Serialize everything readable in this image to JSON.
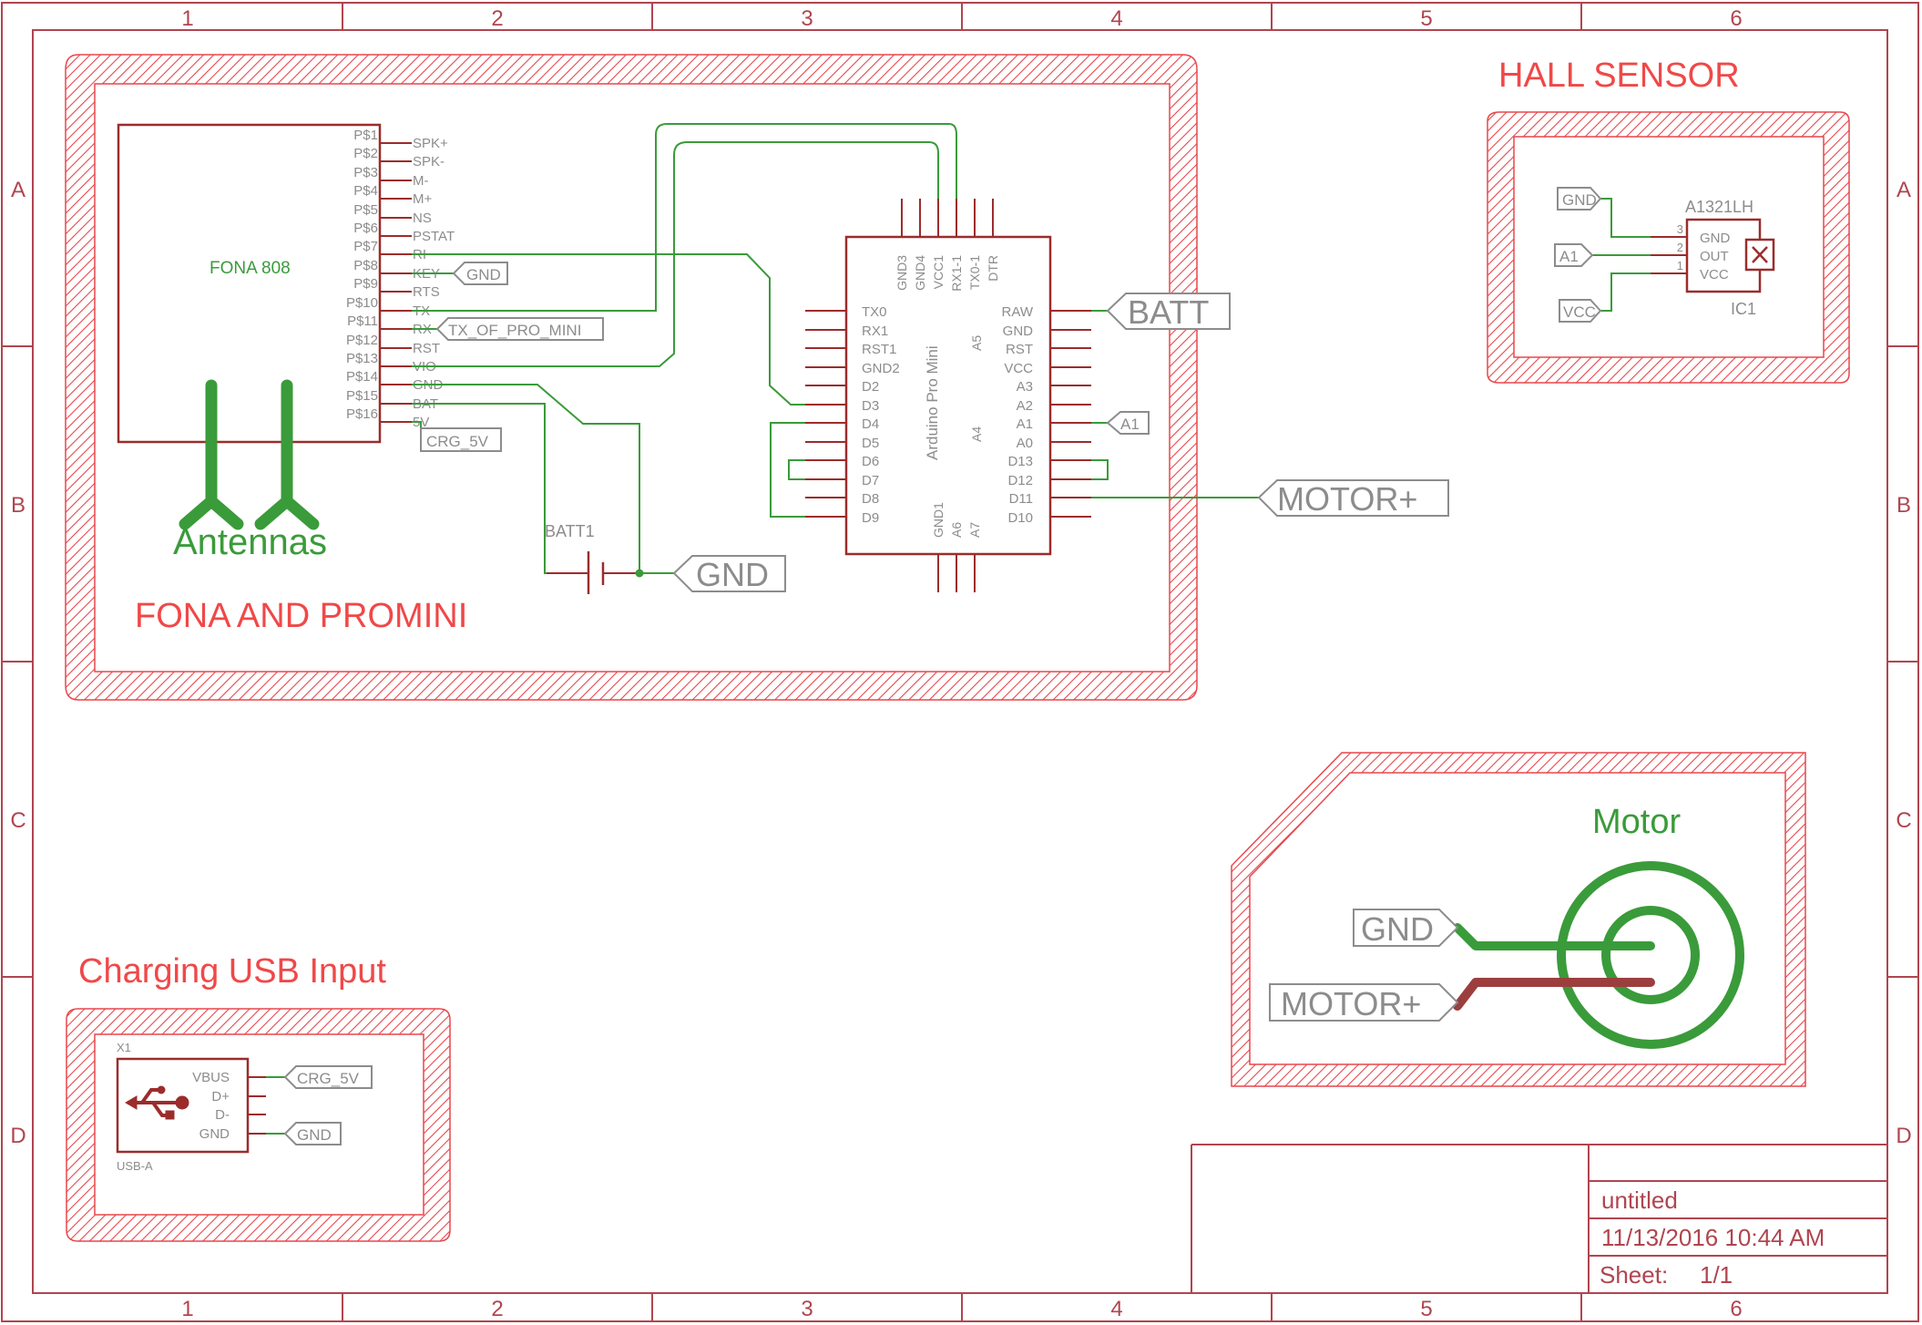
{
  "frame": {
    "columns": [
      "1",
      "2",
      "3",
      "4",
      "5",
      "6"
    ],
    "rows": [
      "A",
      "B",
      "C",
      "D"
    ]
  },
  "colors": {
    "frame": "#b0454f",
    "hatch": "#e8474c",
    "net": "#3a9b3a",
    "label": "#8c8c8c",
    "title": "#f04848",
    "part": "#9c2c2c"
  },
  "sections": {
    "fona": "FONA AND PROMINI",
    "hall": "HALL SENSOR",
    "usb": "Charging USB Input",
    "motor": "Motor"
  },
  "fona": {
    "name": "FONA 808",
    "pins": [
      "P$1",
      "P$2",
      "P$3",
      "P$4",
      "P$5",
      "P$6",
      "P$7",
      "P$8",
      "P$9",
      "P$10",
      "P$11",
      "P$12",
      "P$13",
      "P$14",
      "P$15",
      "P$16"
    ],
    "signals": [
      "SPK+",
      "SPK-",
      "M-",
      "M+",
      "NS",
      "PSTAT",
      "RI",
      "KEY",
      "RTS",
      "TX",
      "RX",
      "RST",
      "VIO",
      "GND",
      "BAT",
      "5V"
    ],
    "antennas": "Antennas"
  },
  "promini": {
    "name": "Arduino Pro Mini",
    "left": [
      "TX0",
      "RX1",
      "RST1",
      "GND2",
      "D2",
      "D3",
      "D4",
      "D5",
      "D6",
      "D7",
      "D8",
      "D9"
    ],
    "right": [
      "RAW",
      "GND",
      "RST",
      "VCC",
      "A3",
      "A2",
      "A1",
      "A0",
      "D13",
      "D12",
      "D11",
      "D10"
    ],
    "top": [
      "GND3",
      "GND4",
      "VCC1",
      "RX1-1",
      "TX0-1",
      "DTR"
    ],
    "bottom": [
      "GND1",
      "A6",
      "A7"
    ],
    "inner": [
      "A5",
      "A4"
    ]
  },
  "batt": "BATT1",
  "netlabels": {
    "key_gnd": "GND",
    "rx": "TX_OF_PRO_MINI",
    "crg": "CRG_5V",
    "batt": "BATT",
    "a1": "A1",
    "motor_plus": "MOTOR+",
    "batt_gnd": "GND"
  },
  "hall": {
    "part": "A1321LH",
    "ref": "IC1",
    "pins": [
      "GND",
      "OUT",
      "VCC"
    ],
    "pin_numbers": [
      "3",
      "2",
      "1"
    ],
    "labels": [
      "GND",
      "A1",
      "VCC"
    ]
  },
  "usb": {
    "ref": "X1",
    "package": "USB-A",
    "pins": [
      "VBUS",
      "D+",
      "D-",
      "GND"
    ],
    "labels": [
      "CRG_5V",
      "GND"
    ]
  },
  "motor": {
    "labels": [
      "GND",
      "MOTOR+"
    ]
  },
  "titleblock": {
    "name": "untitled",
    "date": "11/13/2016 10:44 AM",
    "sheet_label": "Sheet:",
    "sheet_value": "1/1"
  }
}
